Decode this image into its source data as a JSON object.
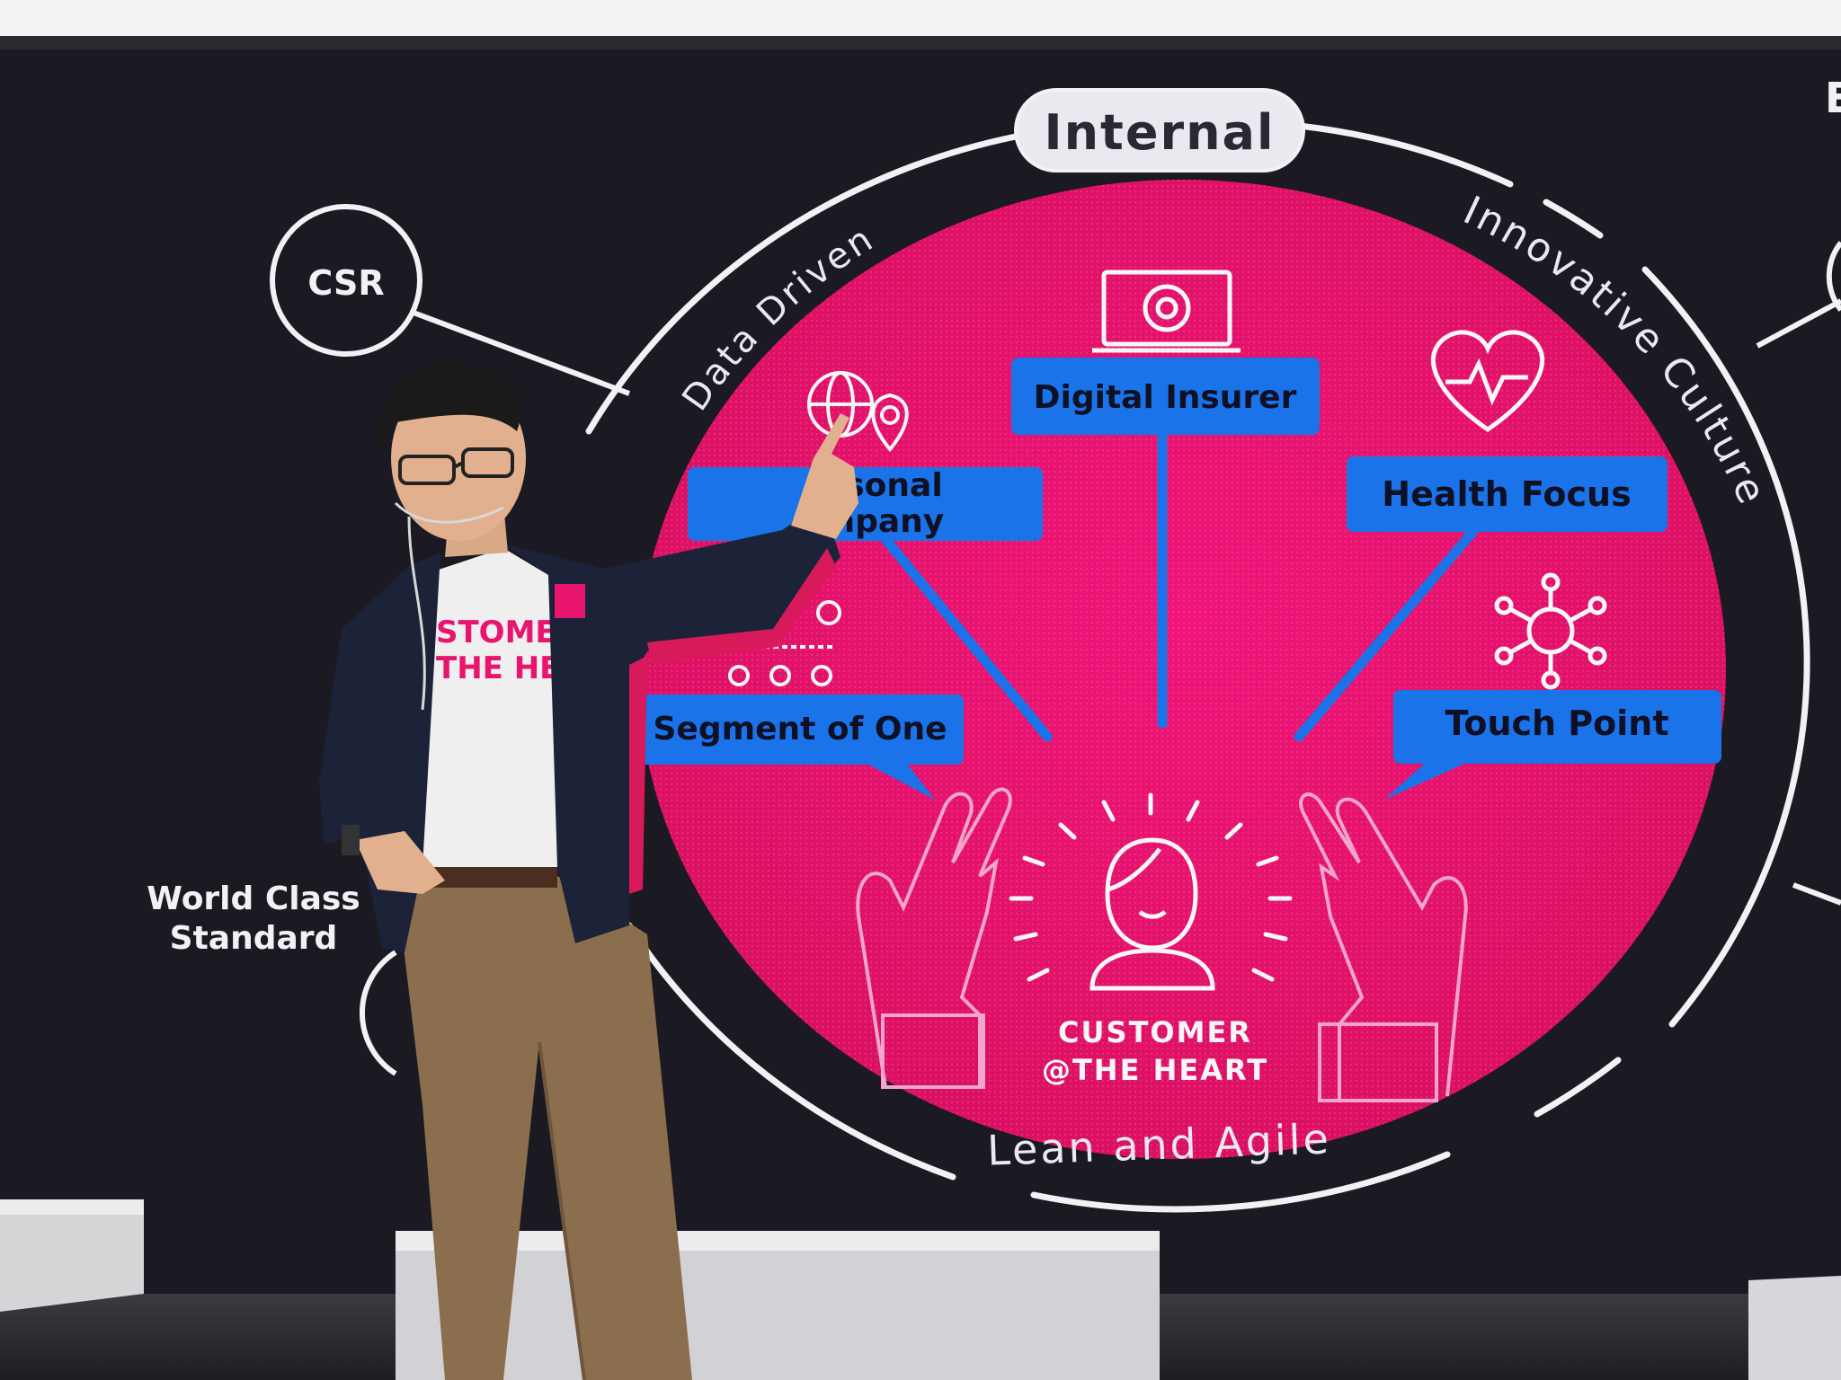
{
  "slide": {
    "top_label": "Internal",
    "arc_left": "Data Driven",
    "arc_right": "Innovative Culture",
    "arc_bottom": "Lean and Agile",
    "satellite_csr": "CSR",
    "satellite_world_line1": "World Class",
    "satellite_world_line2": "Standard",
    "right_edge_letter": "E",
    "callouts": {
      "digital_insurer": "Digital Insurer",
      "personal_line1": "P   sonal",
      "personal_line2": "c   mpany",
      "health_focus": "Health Focus",
      "segment_of_one": "Segment of One",
      "touch_point": "Touch Point"
    },
    "center_line1": "CUSTOMER",
    "center_line2": "@THE HEART"
  },
  "presenter": {
    "shirt_line1": "STOME",
    "shirt_line2": "THE HEA"
  },
  "colors": {
    "screen_bg": "#1b1a22",
    "magenta": "#e8156f",
    "callout_blue": "#1a73e8",
    "line_white": "#f2f2f5",
    "pill_bg": "#e9e9ef",
    "ceiling": "#f4f4f4",
    "floor": "#d9d9dc"
  }
}
